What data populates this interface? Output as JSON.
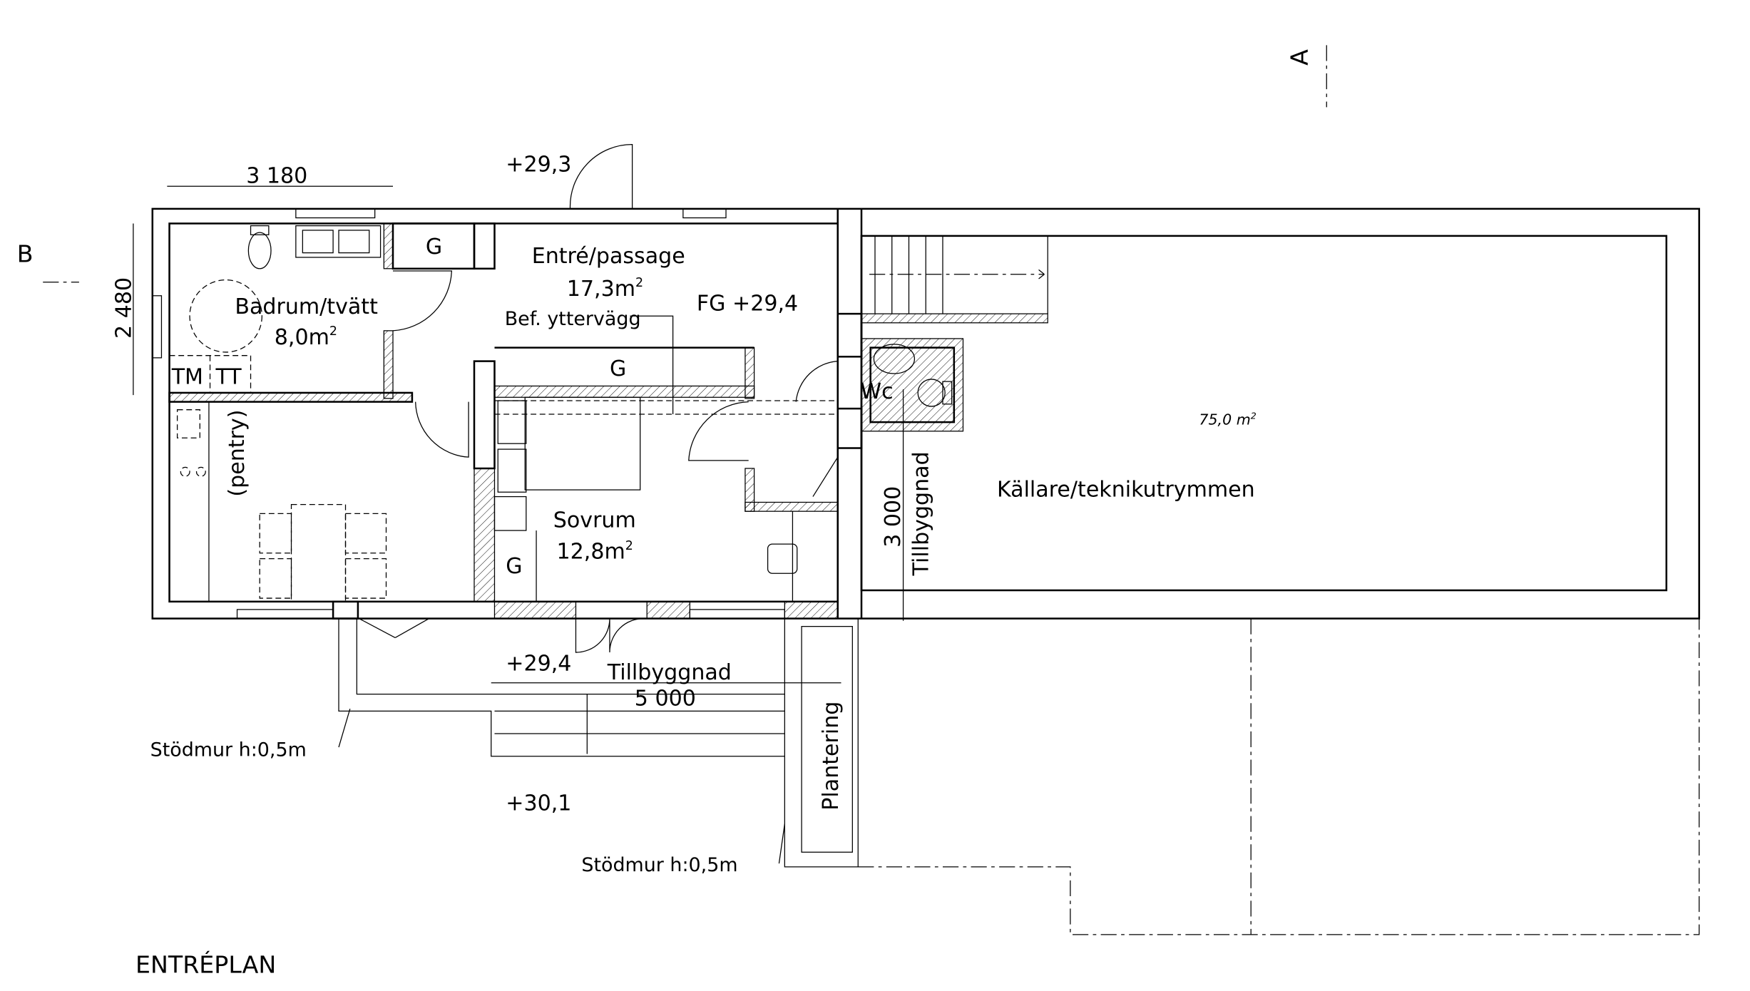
{
  "drawing_title": "ENTRÉPLAN",
  "section_markers": {
    "a": "A",
    "b": "B"
  },
  "dimensions": {
    "top_width": "3 180",
    "left_height": "2 480",
    "extension_width": "5 000",
    "extension_depth": "3 000"
  },
  "levels": {
    "entrance_top": "+29,3",
    "floor": "FG +29,4",
    "terrace": "+29,4",
    "ground": "+30,1"
  },
  "rooms": {
    "bathroom": {
      "name": "Badrum/tvätt",
      "area": "8,0m",
      "sup": "2"
    },
    "entry": {
      "name": "Entré/passage",
      "area": "17,3m",
      "sup": "2"
    },
    "bedroom": {
      "name": "Sovrum",
      "area": "12,8m",
      "sup": "2"
    },
    "kitchen": {
      "name": "(pentry)"
    },
    "wc": {
      "name": "Wc"
    },
    "basement": {
      "name": "Källare/teknikutrymmen",
      "area": "75,0 m",
      "sup": "2"
    }
  },
  "labels": {
    "wardrobe": "G",
    "washer": "TM",
    "dryer": "TT",
    "existing_wall": "Bef. yttervägg",
    "extension": "Tillbyggnad",
    "extension_vertical": "Tillbyggnad",
    "planting": "Plantering",
    "retaining_wall_1": "Stödmur h:0,5m",
    "retaining_wall_2": "Stödmur h:0,5m"
  }
}
